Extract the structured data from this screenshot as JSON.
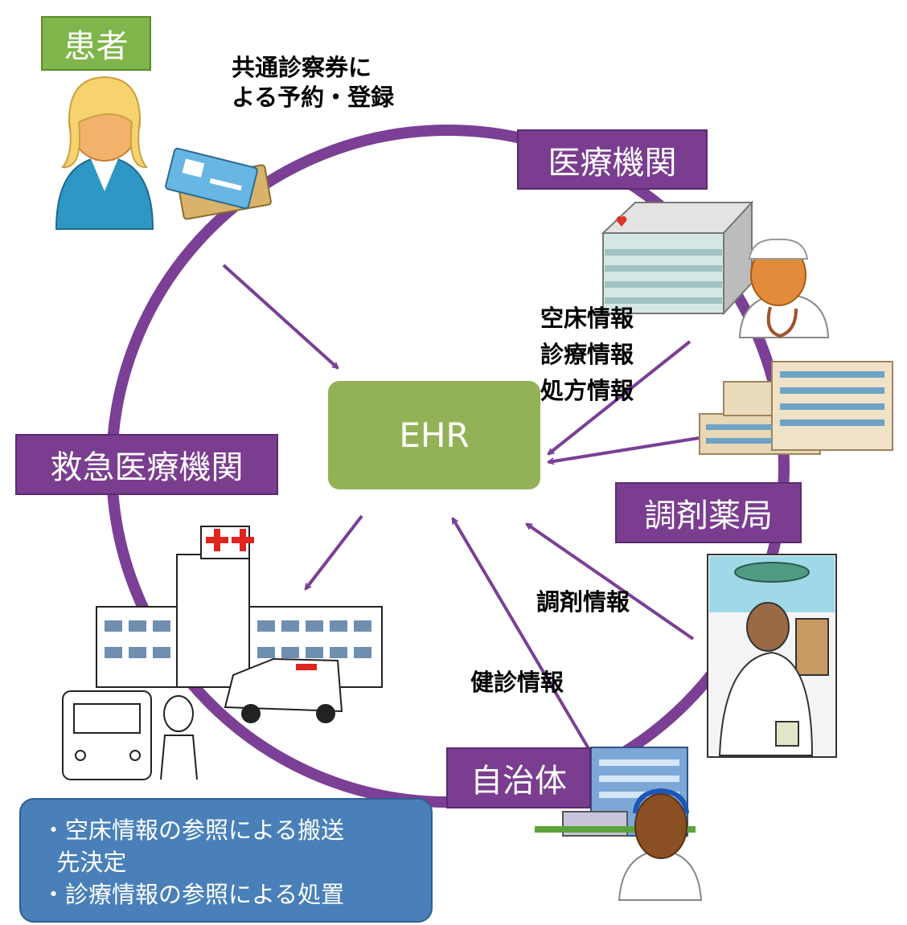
{
  "center": {
    "label": "EHR"
  },
  "nodes": {
    "patient": "患者",
    "medical_institution": "医療機関",
    "pharmacy": "調剤薬局",
    "municipality": "自治体",
    "emergency": "救急医療機関"
  },
  "notes": {
    "card_lines": [
      "共通診察券に",
      "よる予約・登録"
    ],
    "hospital_info_lines": [
      "空床情報",
      "診療情報",
      "処方情報"
    ],
    "dispensing": "調剤情報",
    "checkup": "健診情報"
  },
  "summary_lines": [
    "・空床情報の参照による搬送",
    "  先決定",
    "・診療情報の参照による処置"
  ],
  "colors": {
    "ring": "#7b3f95",
    "node_fill": "#7a3d8f",
    "patient_fill": "#7fb54a",
    "ehr_fill": "#93b257",
    "summary_fill": "#4a80b9"
  }
}
